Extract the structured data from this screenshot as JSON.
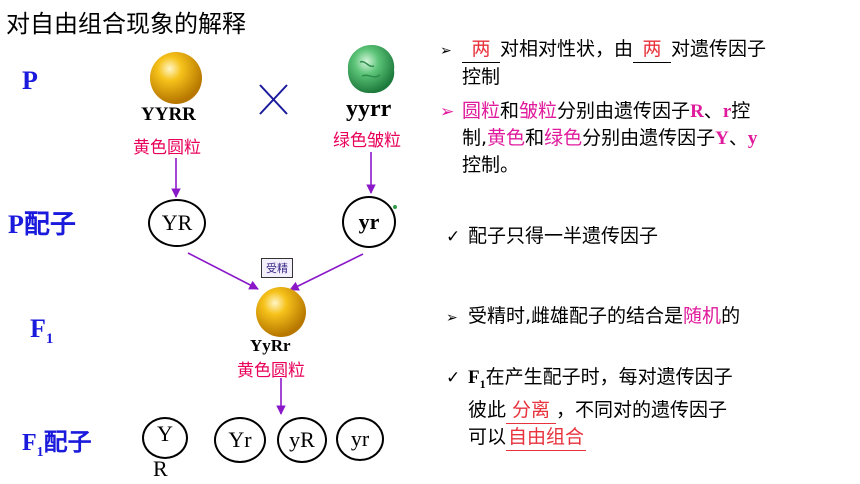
{
  "title": "对自由组合现象的解释",
  "generations": {
    "p": "P",
    "p_gamete": "P配子",
    "f1_base": "F",
    "f1_sub": "1",
    "f1_gamete_base": "F",
    "f1_gamete_sub": "1",
    "f1_gamete_suffix": "配子"
  },
  "parents": {
    "cross": "×",
    "left": {
      "genotype": "YYRR",
      "phenotype": "黄色圆粒"
    },
    "right": {
      "genotype": "yyrr",
      "phenotype": "绿色皱粒"
    }
  },
  "p_gametes": [
    "YR",
    "yr"
  ],
  "fertilization": "受精",
  "f1": {
    "genotype": "YyRr",
    "phenotype": "黄色圆粒"
  },
  "f1_gametes": [
    "Y",
    "R",
    "Yr",
    "yR",
    "yr"
  ],
  "notes": {
    "n1": {
      "a": "两",
      "b": "对相对性状，由",
      "c": "两",
      "d": "对遗传因子",
      "e": "控制"
    },
    "n2": {
      "a": "圆粒",
      "b": "和",
      "c": "皱粒",
      "d": "分别由遗传因子",
      "e": "R",
      "f": "、",
      "g": "r",
      "h": "控",
      "i": "制,",
      "j": "黄色",
      "k": "和",
      "l": "绿色",
      "m": "分别由遗传因子",
      "n": "Y",
      "o": "、",
      "p": "y",
      "q": "控制。"
    },
    "n3": "配子只得一半遗传因子",
    "n4": {
      "a": "受精时,雌雄配子的结合是",
      "b": "随机",
      "c": "的"
    },
    "n5": {
      "a": "F",
      "b": "1",
      "c": "在产生配子时，每对遗传因子",
      "d": "彼此",
      "e": "分离",
      "f": "，不同对的遗传因子",
      "g": "可以",
      "h": "自由组合"
    }
  },
  "colors": {
    "generation": "#1a1adc",
    "phenotype": "#e8005a",
    "highlight": "#e01a9c",
    "arrow": "#8a18c8",
    "answer": "#e8323c"
  },
  "icons": [
    "pea-yellow",
    "pea-green",
    "cross-mark",
    "arrow-bullet",
    "check-mark"
  ]
}
